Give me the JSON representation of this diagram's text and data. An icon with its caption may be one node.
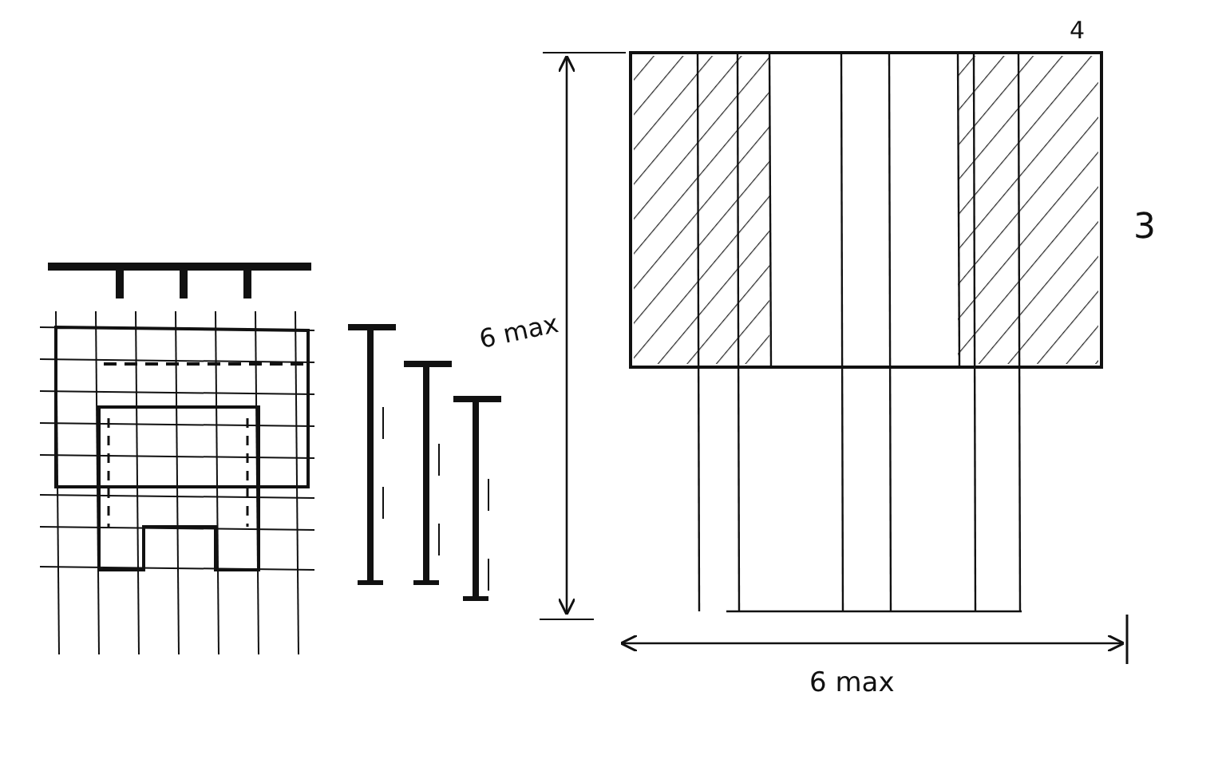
{
  "diagram": {
    "labels": [
      "4",
      "3",
      "6 max",
      "6 max"
    ]
  }
}
